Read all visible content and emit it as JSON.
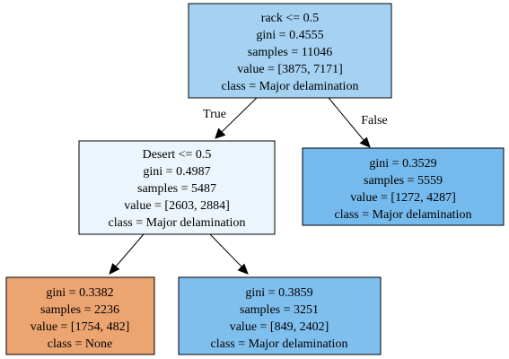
{
  "nodes": {
    "root": {
      "lines": [
        "rack <= 0.5",
        "gini = 0.4555",
        "samples = 11046",
        "value = [3875, 7171]",
        "class = Major delamination"
      ],
      "fill": "#a5d2f3"
    },
    "left": {
      "lines": [
        "Desert <= 0.5",
        "gini = 0.4987",
        "samples = 5487",
        "value = [2603, 2884]",
        "class = Major delamination"
      ],
      "fill": "#ecf5fc"
    },
    "right": {
      "lines": [
        "gini = 0.3529",
        "samples = 5559",
        "value = [1272, 4287]",
        "class = Major delamination"
      ],
      "fill": "#74baed"
    },
    "left_left": {
      "lines": [
        "gini = 0.3382",
        "samples = 2236",
        "value = [1754, 482]",
        "class = None"
      ],
      "fill": "#eca470"
    },
    "left_right": {
      "lines": [
        "gini = 0.3859",
        "samples = 3251",
        "value = [849, 2402]",
        "class = Major delamination"
      ],
      "fill": "#7fbfee"
    }
  },
  "edges": {
    "root_left": {
      "label": "True"
    },
    "root_right": {
      "label": "False"
    },
    "left_left": {
      "label": ""
    },
    "left_right": {
      "label": ""
    }
  }
}
